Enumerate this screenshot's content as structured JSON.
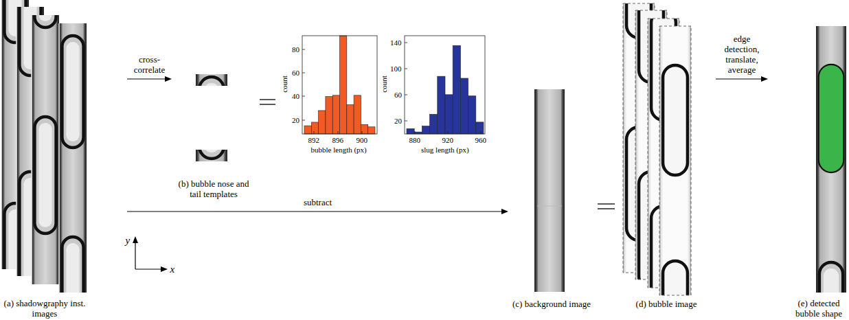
{
  "diagram": {
    "nodes": [
      {
        "text": [
          "(a) shadowgraphy inst. images"
        ]
      },
      {
        "text": [
          "(b) bubble nose and tail templates"
        ]
      },
      {
        "text": [
          "count",
          "bubble length (px)"
        ]
      },
      {
        "text": [
          "count",
          "slug length (px)"
        ]
      },
      {
        "text": [
          "(c) background image"
        ]
      },
      {
        "text": [
          "(d) bubble image"
        ]
      },
      {
        "text": [
          "(e) detected bubble shape"
        ]
      }
    ],
    "edges": [
      {
        "from": 0,
        "to": 1,
        "label": "cross- correlate",
        "arrow": "to"
      },
      {
        "from": 0,
        "to": 4,
        "label": "subtract",
        "arrow": "to"
      },
      {
        "from": 5,
        "to": 6,
        "label": "edge detection, translate, average",
        "arrow": "to"
      }
    ],
    "labels": [
      "80",
      "60",
      "40",
      "20",
      "892",
      "896",
      "900",
      "140",
      "100",
      "60",
      "20",
      "880",
      "920",
      "960",
      "y",
      "x"
    ]
  }
}
